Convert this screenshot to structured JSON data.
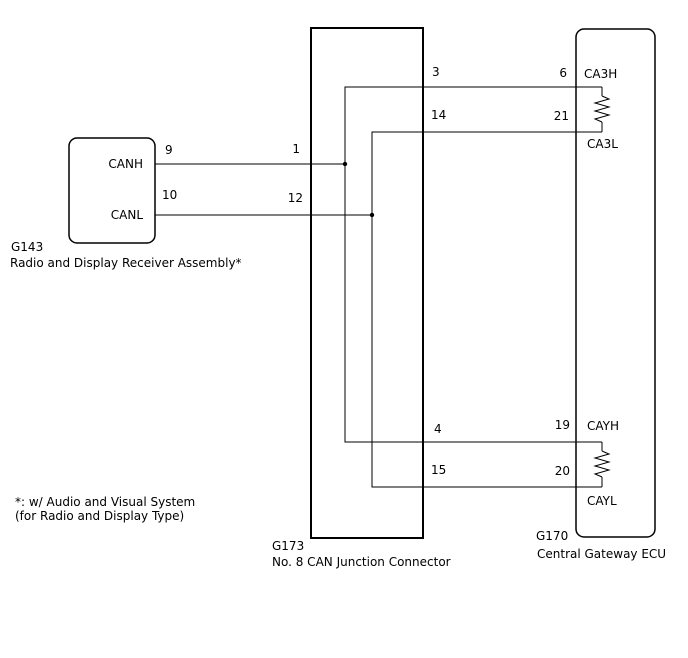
{
  "radio": {
    "code": "G143",
    "name": "Radio and Display Receiver Assembly*",
    "canh_label": "CANH",
    "canl_label": "CANL",
    "canh_pin": "9",
    "canl_pin": "10"
  },
  "junction": {
    "code": "G173",
    "name": "No. 8 CAN Junction Connector",
    "pin_1": "1",
    "pin_12": "12",
    "pin_3": "3",
    "pin_14": "14",
    "pin_4": "4",
    "pin_15": "15"
  },
  "gateway": {
    "code": "G170",
    "name": "Central Gateway ECU",
    "ca3h_pin": "6",
    "ca3l_pin": "21",
    "cayh_pin": "19",
    "cayl_pin": "20",
    "ca3h_label": "CA3H",
    "ca3l_label": "CA3L",
    "cayh_label": "CAYH",
    "cayl_label": "CAYL"
  },
  "footnote": {
    "line1": "*: w/ Audio and Visual System",
    "line2": "(for Radio and Display Type)"
  }
}
